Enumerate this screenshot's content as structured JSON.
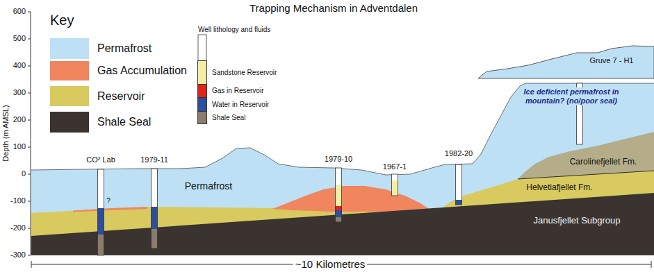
{
  "diagram": {
    "title": "Trapping Mechanism in Adventdalen",
    "labels": [
      "600",
      "500",
      "400",
      "300",
      "200",
      "100",
      "0",
      "-100",
      "-200",
      "-300",
      "Depth (m AMSL)",
      "Key",
      "Well lithology and fluids",
      "CO² Lab",
      "1979-11",
      "1979-10",
      "1967-1",
      "1982-20",
      "Gruve 7 - H1",
      "?",
      "Permafrost",
      "Ice deficient permafrost in mountain? (no/poor seal)",
      "Carolinefjellet Fm.",
      "Helvetiafjellet Fm.",
      "Janusfjellet Subgroup",
      "~10 Kilometres"
    ],
    "legend": [
      {
        "text": "Permafrost",
        "color": "#bde0f5"
      },
      {
        "text": "Gas Accumulation",
        "color": "#f0855e"
      },
      {
        "text": "Reservoir",
        "color": "#d8ca5e"
      },
      {
        "text": "Shale Seal",
        "color": "#3b3330"
      },
      {
        "text": "Sandstone Reservoir",
        "color": "#f4eda3"
      },
      {
        "text": "Gas in Reservoir",
        "color": "#e2231a"
      },
      {
        "text": "Water in Reservoir",
        "color": "#2d4e9e"
      },
      {
        "text": "Shale Seal",
        "color": "#8b7d6b"
      }
    ]
  }
}
